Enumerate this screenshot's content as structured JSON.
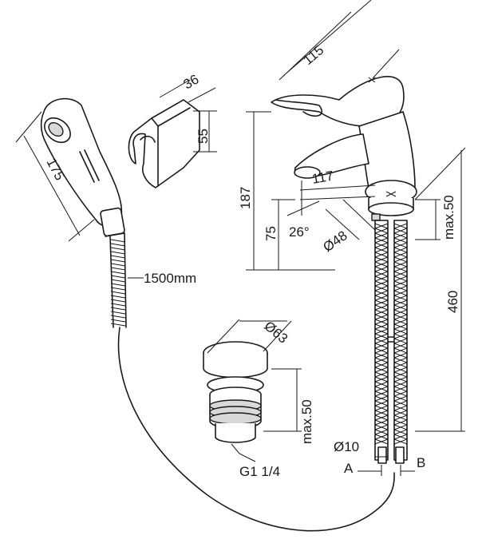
{
  "labels": {
    "faucet_width": "115",
    "holder_width": "36",
    "holder_height": "55",
    "handset_length": "175",
    "spout_reach": "117",
    "faucet_height": "187",
    "spout_height": "75",
    "angle": "26°",
    "base_diameter": "Ø48",
    "counter_max": "max.50",
    "hose_length_faucet": "460",
    "hose": "1500mm",
    "waste_diameter": "Ø63",
    "waste_max": "max.50",
    "thread": "G1 1/4",
    "pipe_diameter": "Ø10",
    "conn_a": "A",
    "conn_b": "B"
  }
}
